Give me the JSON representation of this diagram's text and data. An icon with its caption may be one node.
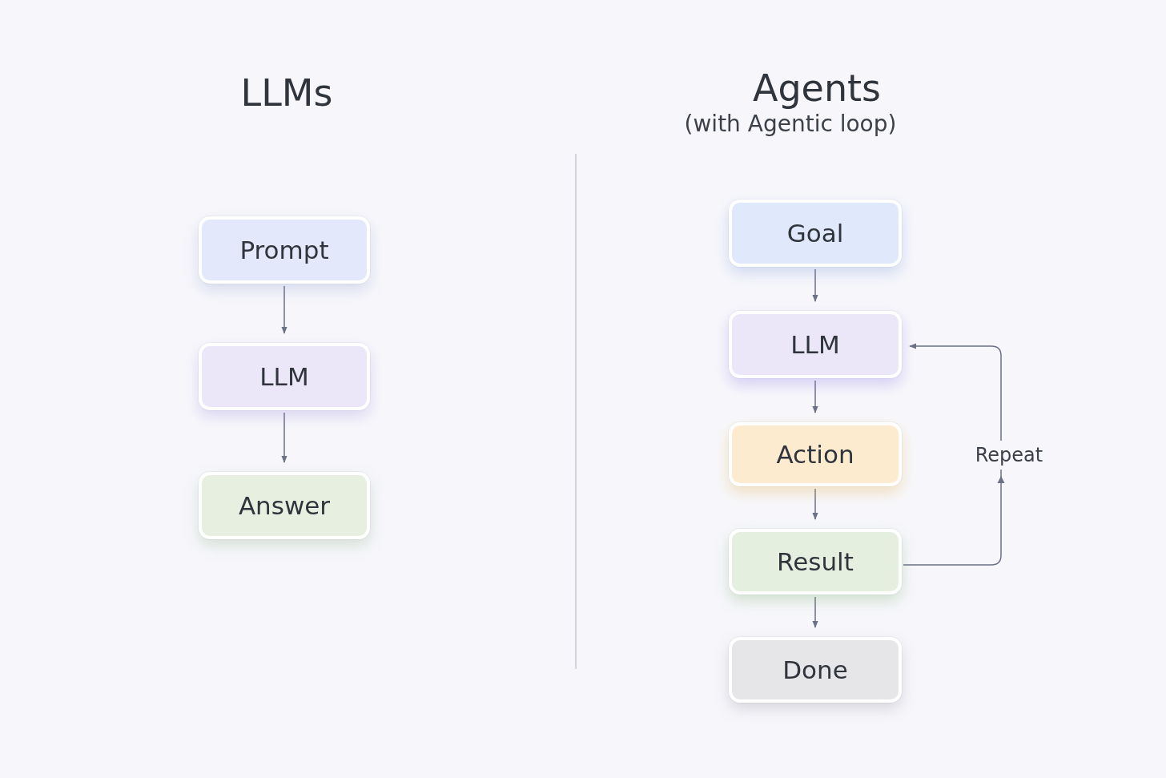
{
  "diagram": {
    "nodes": [
      {
        "text": [
          "Prompt"
        ]
      },
      {
        "text": [
          "LLM"
        ]
      },
      {
        "text": [
          "Answer"
        ]
      },
      {
        "text": [
          "Goal"
        ]
      },
      {
        "text": [
          "LLM"
        ]
      },
      {
        "text": [
          "Action"
        ]
      },
      {
        "text": [
          "Result"
        ]
      },
      {
        "text": [
          "Done"
        ]
      }
    ],
    "edges": [
      {
        "from": 0,
        "to": 1,
        "arrow": "to"
      },
      {
        "from": 1,
        "to": 2,
        "arrow": "to"
      },
      {
        "from": 3,
        "to": 4,
        "arrow": "to"
      },
      {
        "from": 4,
        "to": 5,
        "arrow": "to"
      },
      {
        "from": 5,
        "to": 6,
        "arrow": "to"
      },
      {
        "from": 6,
        "to": 7,
        "arrow": "to"
      },
      {
        "from": 6,
        "to": 4,
        "arrow": "to",
        "label": "Repeat"
      }
    ],
    "labels": [
      "LLMs",
      "Agents",
      "(with Agentic loop)"
    ]
  }
}
